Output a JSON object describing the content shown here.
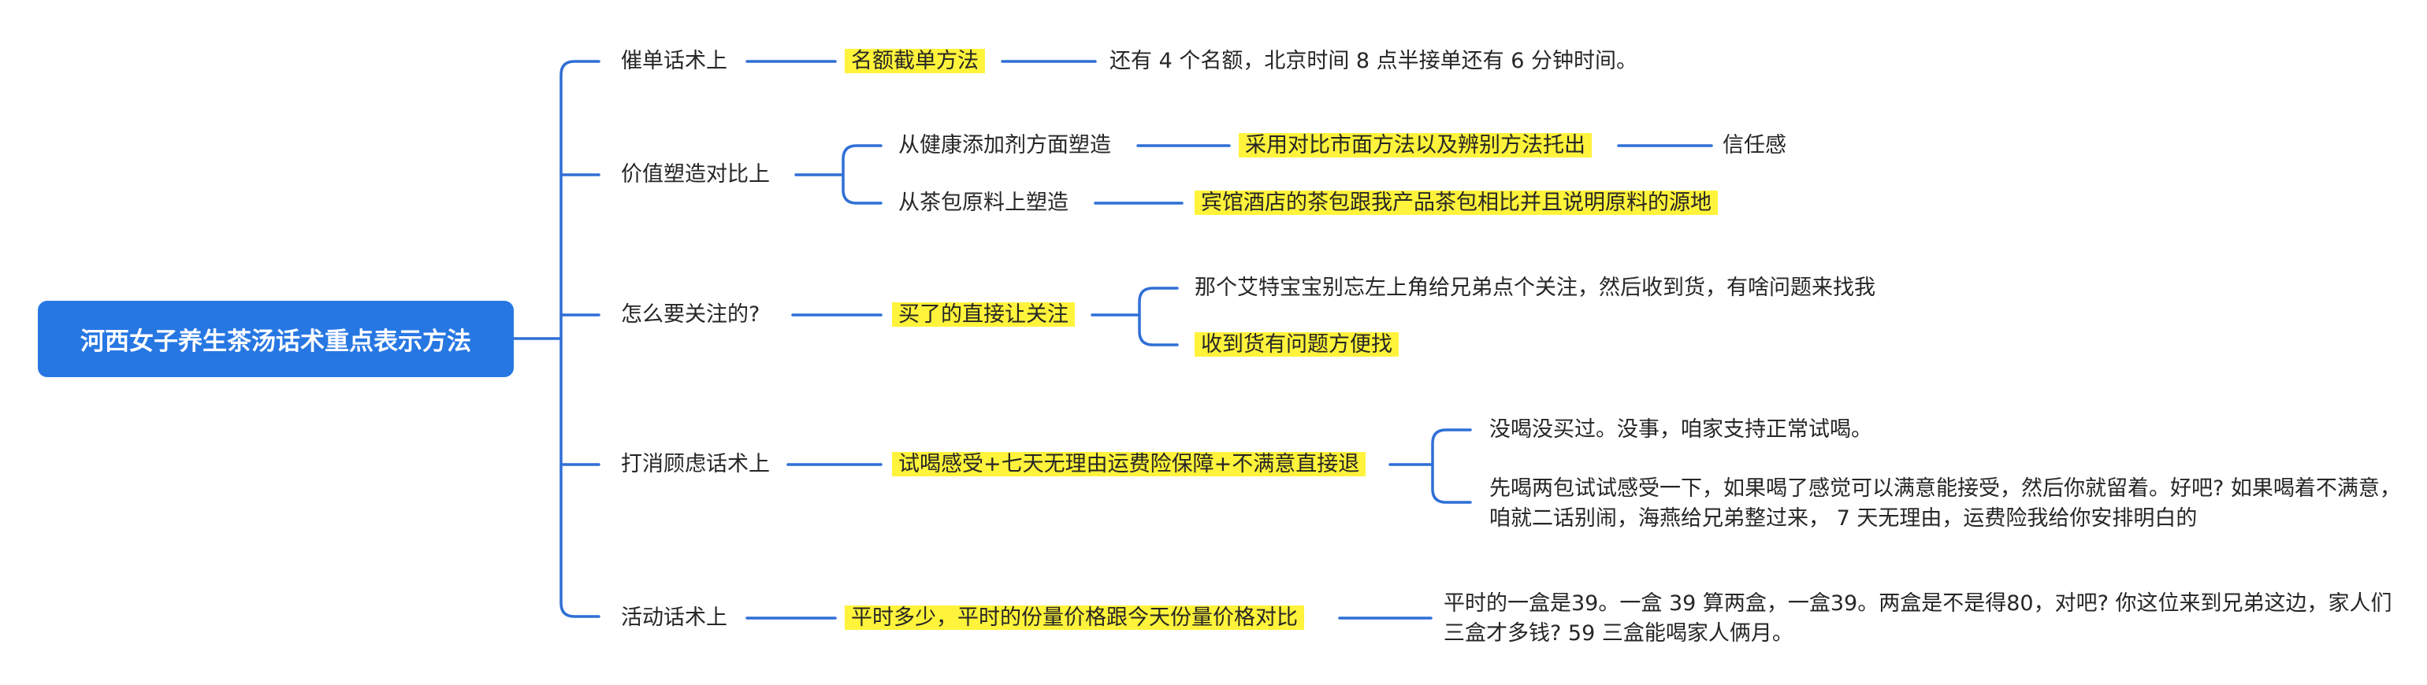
{
  "root": {
    "title": "河西女子养生茶汤话术重点表示方法"
  },
  "branches": {
    "urge": {
      "label": "催单话术上",
      "method": "名额截单方法",
      "detail": "还有 4 个名额，北京时间 8 点半接单还有 6 分钟时间。"
    },
    "value": {
      "label": "价值塑造对比上",
      "health": {
        "label": "从健康添加剂方面塑造",
        "method": "采用对比市面方法以及辨别方法托出",
        "result": "信任感"
      },
      "teabag": {
        "label": "从茶包原料上塑造",
        "method": "宾馆酒店的茶包跟我产品茶包相比并且说明原料的源地"
      }
    },
    "follow": {
      "label": "怎么要关注的?",
      "method": "买了的直接让关注",
      "detail1": "那个艾特宝宝别忘左上角给兄弟点个关注，然后收到货，有啥问题来找我",
      "detail2": "收到货有问题方便找"
    },
    "doubt": {
      "label": "打消顾虑话术上",
      "method": "试喝感受+七天无理由运费险保障+不满意直接退",
      "detail1": "没喝没买过。没事，咱家支持正常试喝。",
      "detail2": "先喝两包试试感受一下，如果喝了感觉可以满意能接受，然后你就留着。好吧? 如果喝着不满意，咱就二话别闹，海燕给兄弟整过来， 7 天无理由，运费险我给你安排明白的"
    },
    "promo": {
      "label": "活动话术上",
      "method": "平时多少，平时的份量价格跟今天份量价格对比",
      "detail": "平时的一盒是39。一盒 39 算两盒，一盒39。两盒是不是得80，对吧? 你这位来到兄弟这边，家人们三盒才多钱? 59 三盒能喝家人俩月。"
    }
  },
  "colors": {
    "connector": "#2f6fd6",
    "root_fill": "#2777e3",
    "highlight": "#fff33b",
    "text": "#262626"
  }
}
